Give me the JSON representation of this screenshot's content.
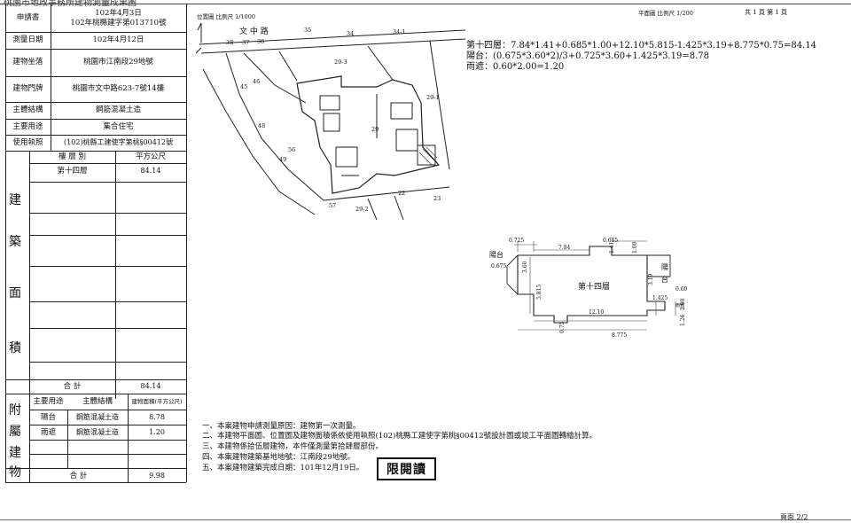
{
  "top_strip": {
    "left_fragment": "桃園市地政事務所建物測量成果圖"
  },
  "info_rows": [
    {
      "label": "申請書",
      "value": "102年4月3日",
      "value2": "102年桃縣建字第013710號"
    },
    {
      "label": "測量日期",
      "value": "102年4月12日"
    },
    {
      "label": "建物坐落",
      "value": "桃園市江南段29地號"
    },
    {
      "label": "建物門牌",
      "value": "桃園市文中路623-7號14樓"
    },
    {
      "label": "主體結構",
      "value": "鋼筋混凝土造"
    },
    {
      "label": "主要用途",
      "value": "集合住宅"
    },
    {
      "label": "使用執照",
      "value": "(102)桃縣工建使字第桃§00412號"
    }
  ],
  "building_area": {
    "vertical_label": [
      "建",
      "築",
      "面",
      "積"
    ],
    "col_floor": "樓 層 別",
    "col_area": "平方公尺",
    "rows": [
      {
        "floor": "第十四層",
        "area": "84.14"
      }
    ],
    "total_label": "合 計",
    "total": "84.14"
  },
  "attached": {
    "vertical_label": [
      "附",
      "屬",
      "建",
      "物"
    ],
    "col_use": "主要用途",
    "col_struct": "主體結構",
    "col_area": "建物面積(平方公尺)",
    "rows": [
      {
        "use": "陽台",
        "struct": "鋼筋混凝土造",
        "area": "8.78"
      },
      {
        "use": "雨遮",
        "struct": "鋼筋混凝土造",
        "area": "1.20"
      }
    ],
    "total_label": "合 計",
    "total": "9.98"
  },
  "location_map": {
    "header_left": "位置圖  比例尺  1/1000",
    "road": "文    中    路",
    "lots": [
      "35",
      "34",
      "34-1",
      "38",
      "37",
      "36",
      "29-3",
      "45",
      "46",
      "29-1",
      "48",
      "29",
      "56",
      "49",
      "57",
      "22",
      "23",
      "29-2"
    ]
  },
  "floor_plan": {
    "header": "平面圖  比例尺  1/200",
    "page": "共 1 頁  第 1 頁",
    "formulas": [
      "第十四層：7.84*1.41+0.685*1.00+12.10*5.815-1.425*3.19+8.775*0.75=84.14",
      "陽台：(0.675*3.60*2)/3+0.725*3.60+1.425*3.19=8.78",
      "雨遮：0.60*2.00=1.20"
    ],
    "room_label": "第十四層",
    "balcony_left": "陽台",
    "balcony_right_1": "陽",
    "balcony_right_2": "台",
    "canopy": "雨遮",
    "dims": {
      "d0725": "0.725",
      "d784": "7.84",
      "d0685": "0.685",
      "d141": "1.41",
      "d100": "1.00",
      "d0675": "0.675",
      "d360": "3.60",
      "d5815": "5.815",
      "d319": "3.19",
      "d1425": "1.425",
      "d060": "0.60",
      "d200": "2.00",
      "d1210": "12.10",
      "d126": "1.26",
      "d075": "0.75",
      "d8775": "8.775"
    }
  },
  "notes": [
    "一、本案建物申請測量原因：建物第一次測量。",
    "二、本建物平面圖、位置圖及建物面積係依使用執照(102)桃縣工建使字第桃§00412號設計圖或竣工平面圖轉繪計算。",
    "三、本建物係拾伍層建物，本件僅測量第拾肆層部份。",
    "四、本案建物建築基地地號：江南段29地號。",
    "五、本案建物建築完成日期：101年12月19日。"
  ],
  "stamp": "限閱讀",
  "corner_mark": "頁面 2/2"
}
